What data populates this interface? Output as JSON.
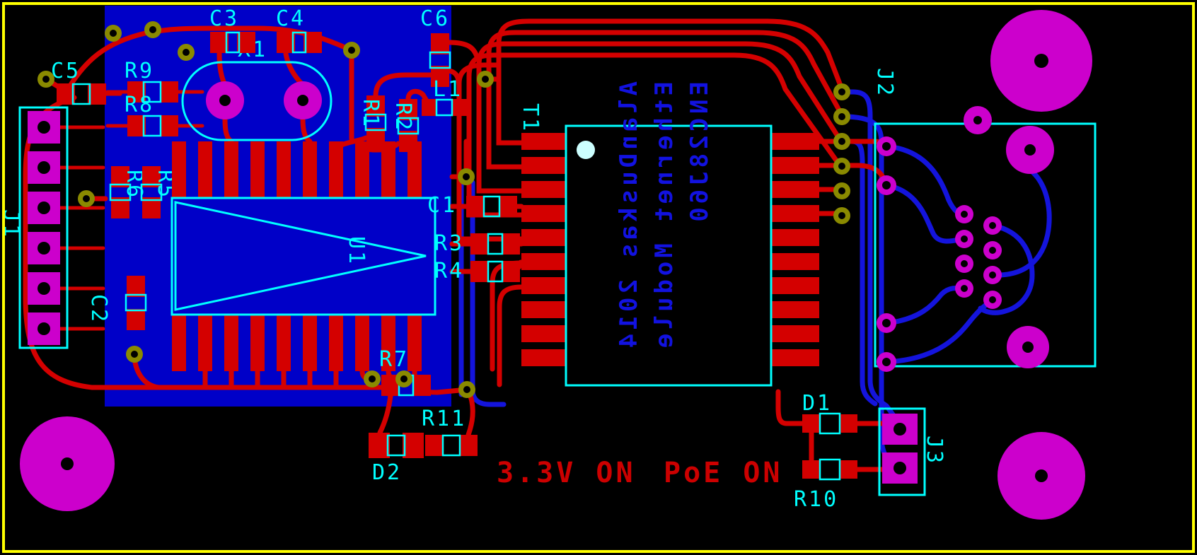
{
  "colors": {
    "board_outline": "#ffff00",
    "background": "#000000",
    "top_copper": "#d40000",
    "bottom_copper": "#1414dc",
    "ground_plane": "#0000c8",
    "silkscreen": "#00ffff",
    "through_hole_pad": "#cc00cc",
    "via": "#8a8a00",
    "status_text_color": "#cc0000",
    "module_text_color": "#1212e0"
  },
  "designators": {
    "j1": "J1",
    "c5": "C5",
    "r9": "R9",
    "r8": "R8",
    "c3": "C3",
    "x1": "X1",
    "c4": "C4",
    "c6": "C6",
    "l1": "L1",
    "r1": "R1",
    "r2": "R2",
    "r6": "R6",
    "r5": "R5",
    "u1": "U1",
    "c1": "C1",
    "r3": "R3",
    "r4": "R4",
    "c2": "C2",
    "r7": "R7",
    "d2": "D2",
    "r11": "R11",
    "t1": "T1",
    "j2": "J2",
    "j3": "J3",
    "d1": "D1",
    "r10": "R10"
  },
  "module_silkscreen": {
    "line1": "ENC28J60",
    "line2": "Ethernet Module",
    "line3": "AlanDuskas 2014"
  },
  "status": {
    "left": "3.3V ON",
    "right": "PoE ON"
  }
}
